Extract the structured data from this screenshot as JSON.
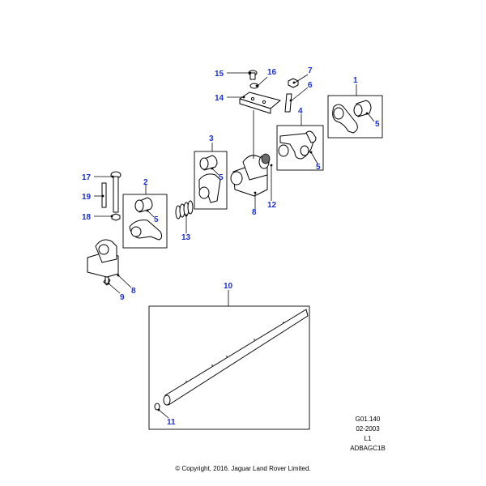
{
  "callouts": {
    "c1": "1",
    "c2": "2",
    "c3": "3",
    "c4": "4",
    "c5a": "5",
    "c5b": "5",
    "c5c": "5",
    "c5d": "5",
    "c6": "6",
    "c7": "7",
    "c8a": "8",
    "c8b": "8",
    "c9": "9",
    "c10": "10",
    "c11": "11",
    "c12": "12",
    "c13": "13",
    "c14": "14",
    "c15": "15",
    "c16": "16",
    "c17": "17",
    "c18": "18",
    "c19": "19"
  },
  "reference": {
    "code": "G01.140",
    "date": "02-2003",
    "level": "L1",
    "image_id": "ADBAGC1B"
  },
  "copyright": "© Copyright, 2016. Jaguar Land Rover Limited.",
  "colors": {
    "callout": "#1a2fd0",
    "line": "#000000",
    "background": "#ffffff"
  }
}
